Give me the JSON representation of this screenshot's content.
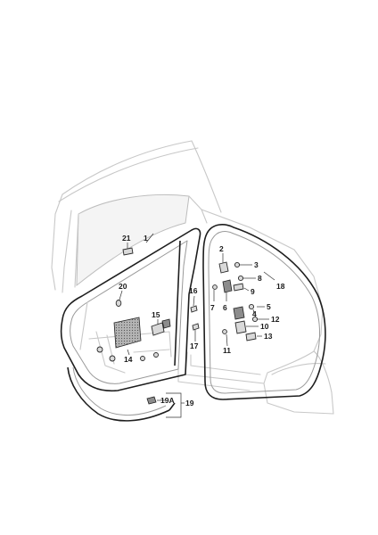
{
  "callouts": {
    "c1": "1",
    "c2": "2",
    "c3": "3",
    "c4": "4",
    "c5": "5",
    "c6": "6",
    "c7": "7",
    "c8": "8",
    "c9": "9",
    "c10": "10",
    "c11": "11",
    "c12": "12",
    "c13": "13",
    "c14": "14",
    "c15": "15",
    "c16": "16",
    "c17": "17",
    "c18": "18",
    "c19": "19",
    "c19a": "19A",
    "c20": "20",
    "c21": "21"
  }
}
